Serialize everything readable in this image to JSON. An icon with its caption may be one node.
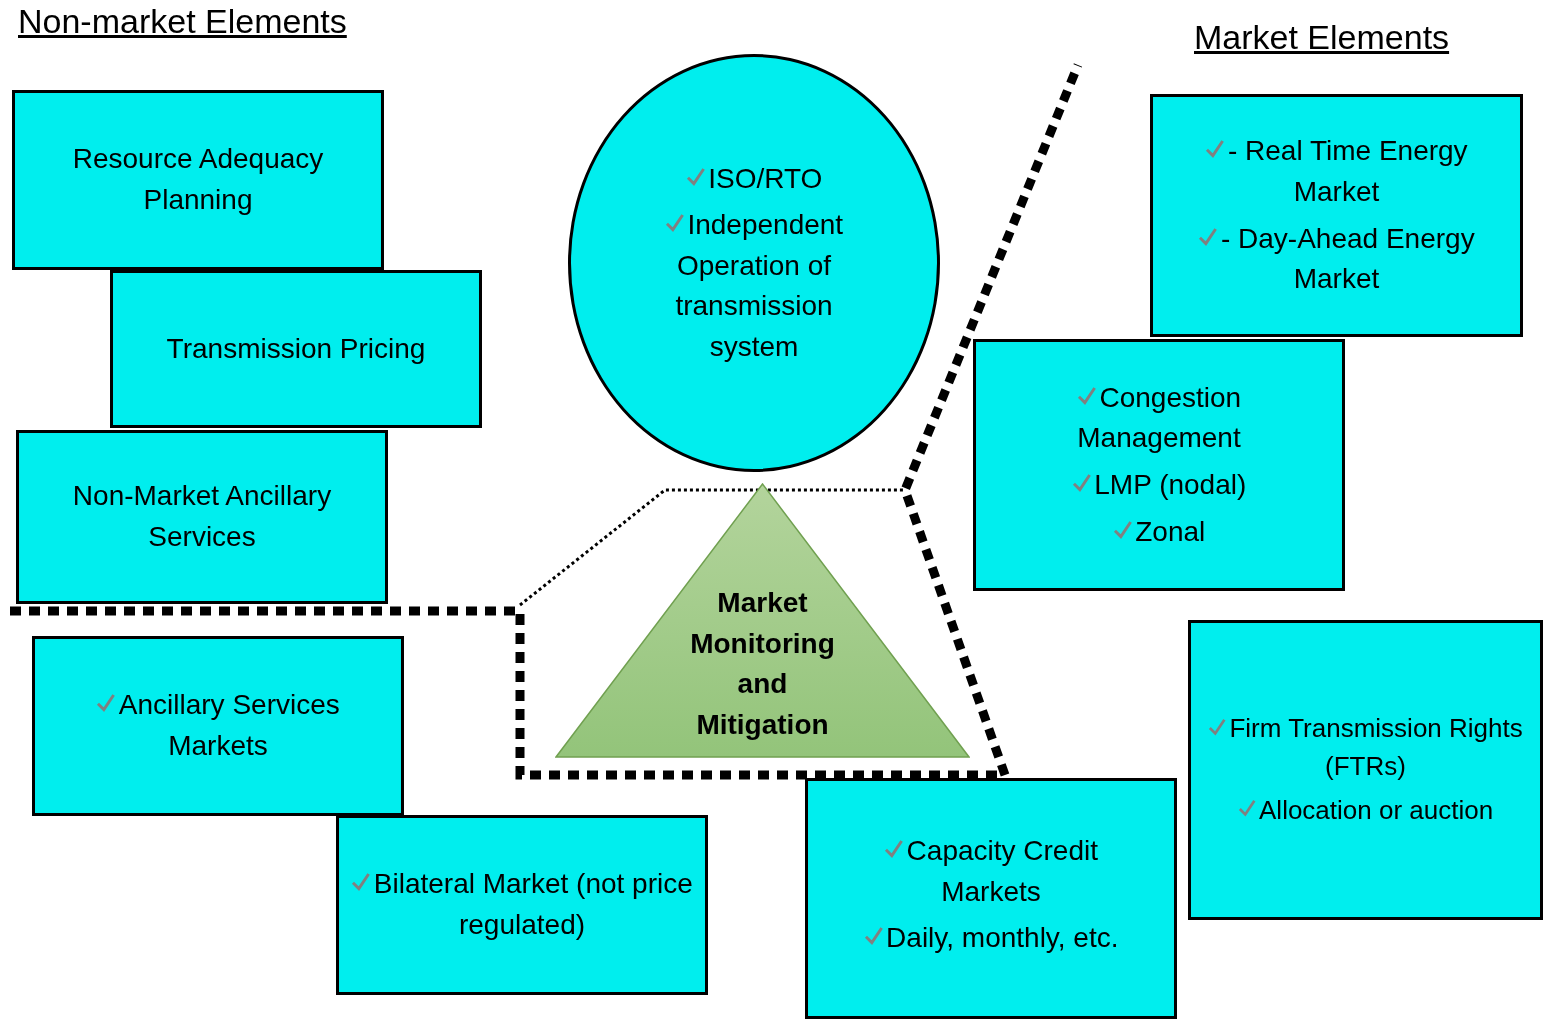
{
  "diagram": {
    "nodes": [
      {
        "text": [
          "Resource Adequacy Planning"
        ]
      },
      {
        "text": [
          "ISO/RTO",
          "Independent Operation of transmission system"
        ]
      },
      {
        "text": [
          "- Real Time Energy Market",
          "- Day-Ahead Energy Market"
        ]
      },
      {
        "text": [
          "Transmission Pricing"
        ]
      },
      {
        "text": [
          "Congestion Management",
          "LMP (nodal)",
          "Zonal"
        ]
      },
      {
        "text": [
          "Non-Market Ancillary Services"
        ]
      },
      {
        "text": [
          "Market Monitoring and Mitigation"
        ]
      },
      {
        "text": [
          "Firm Transmission Rights (FTRs)",
          "Allocation or auction"
        ]
      },
      {
        "text": [
          "Ancillary Services Markets"
        ]
      },
      {
        "text": [
          "Bilateral Market (not price regulated)"
        ]
      },
      {
        "text": [
          "Capacity Credit Markets",
          "Daily, monthly, etc."
        ]
      }
    ],
    "labels": [
      "Non-market Elements",
      "Market Elements"
    ]
  }
}
